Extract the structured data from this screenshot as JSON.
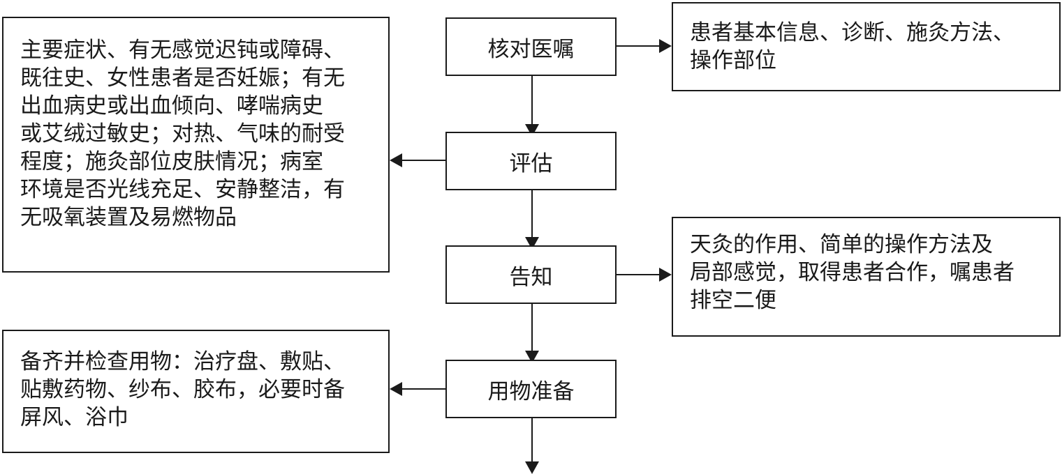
{
  "steps": [
    {
      "label": "核对医嘱"
    },
    {
      "label": "评估"
    },
    {
      "label": "告知"
    },
    {
      "label": "用物准备"
    }
  ],
  "notes": {
    "verify": [
      "患者基本信息、诊断、施灸方法、",
      "操作部位"
    ],
    "assess": [
      "主要症状、有无感觉迟钝或障碍、",
      "既往史、女性患者是否妊娠；有无",
      "出血病史或出血倾向、哮喘病史",
      "或艾绒过敏史；对热、气味的耐受",
      "程度；施灸部位皮肤情况；病室",
      "环境是否光线充足、安静整洁，有",
      "无吸氧装置及易燃物品"
    ],
    "inform": [
      "天灸的作用、简单的操作方法及",
      "局部感觉，取得患者合作，嘱患者",
      "排空二便"
    ],
    "prepare": [
      "备齐并检查用物：治疗盘、敷贴、",
      "贴敷药物、纱布、胶布，必要时备",
      "屏风、浴巾"
    ]
  }
}
